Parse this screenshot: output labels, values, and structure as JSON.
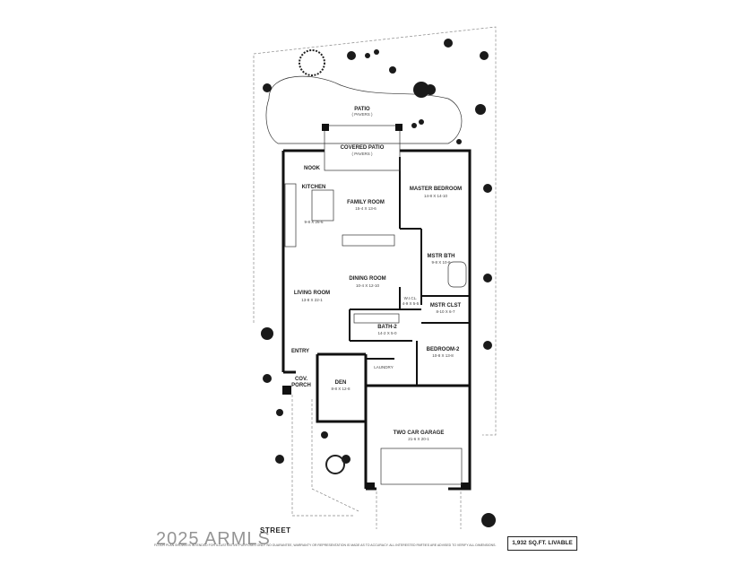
{
  "rooms": {
    "patio": {
      "name": "PATIO",
      "note": "( PAVERS )"
    },
    "covered_patio": {
      "name": "COVERED PATIO",
      "note": "( PAVERS )"
    },
    "nook": {
      "name": "NOOK"
    },
    "kitchen": {
      "name": "KITCHEN",
      "dims": "9-8 X 26-6"
    },
    "family_room": {
      "name": "FAMILY ROOM",
      "dims": "15-4 X 13-6"
    },
    "master_bedroom": {
      "name": "MASTER BEDROOM",
      "dims": "14-8 X 14-10"
    },
    "master_bath": {
      "name": "MSTR BTH",
      "dims": "9-8 X 10-6"
    },
    "dining_room": {
      "name": "DINING ROOM",
      "dims": "10-4 X 12-10"
    },
    "living_room": {
      "name": "LIVING ROOM",
      "dims": "13-8 X 22-1"
    },
    "wic": {
      "name": "W.I.CL.",
      "dims": "4-9 X 5-5"
    },
    "master_closet": {
      "name": "MSTR CLST",
      "dims": "8-10 X 6-7"
    },
    "bath2": {
      "name": "BATH-2",
      "dims": "14-2 X 5-0"
    },
    "bedroom2": {
      "name": "BEDROOM-2",
      "dims": "10-8 X 13-8"
    },
    "entry": {
      "name": "ENTRY"
    },
    "cov_porch": {
      "name": "COV.",
      "name2": "PORCH"
    },
    "den": {
      "name": "DEN",
      "dims": "8-8 X 12-8"
    },
    "laundry": {
      "name": "LAUNDRY"
    },
    "garage": {
      "name": "TWO CAR GARAGE",
      "dims": "21-6 X 20-1"
    }
  },
  "footer": {
    "street": "STREET",
    "watermark": "2025 ARMLS",
    "fine_print": "FLOOR PLAN SHOWN IS INTENDED FOR ILLUSTRATIVE PURPOSES ONLY. NO GUARANTEE, WARRANTY OR REPRESENTATION IS MADE AS TO ACCURACY. ALL INTERESTED PARTIES ARE ADVISED TO VERIFY ALL DIMENSIONS.",
    "sqft": "1,932 SQ.FT. LIVABLE"
  },
  "colors": {
    "wall": "#111111",
    "line": "#333333",
    "plant": "#1a1a1a",
    "background": "#ffffff"
  }
}
